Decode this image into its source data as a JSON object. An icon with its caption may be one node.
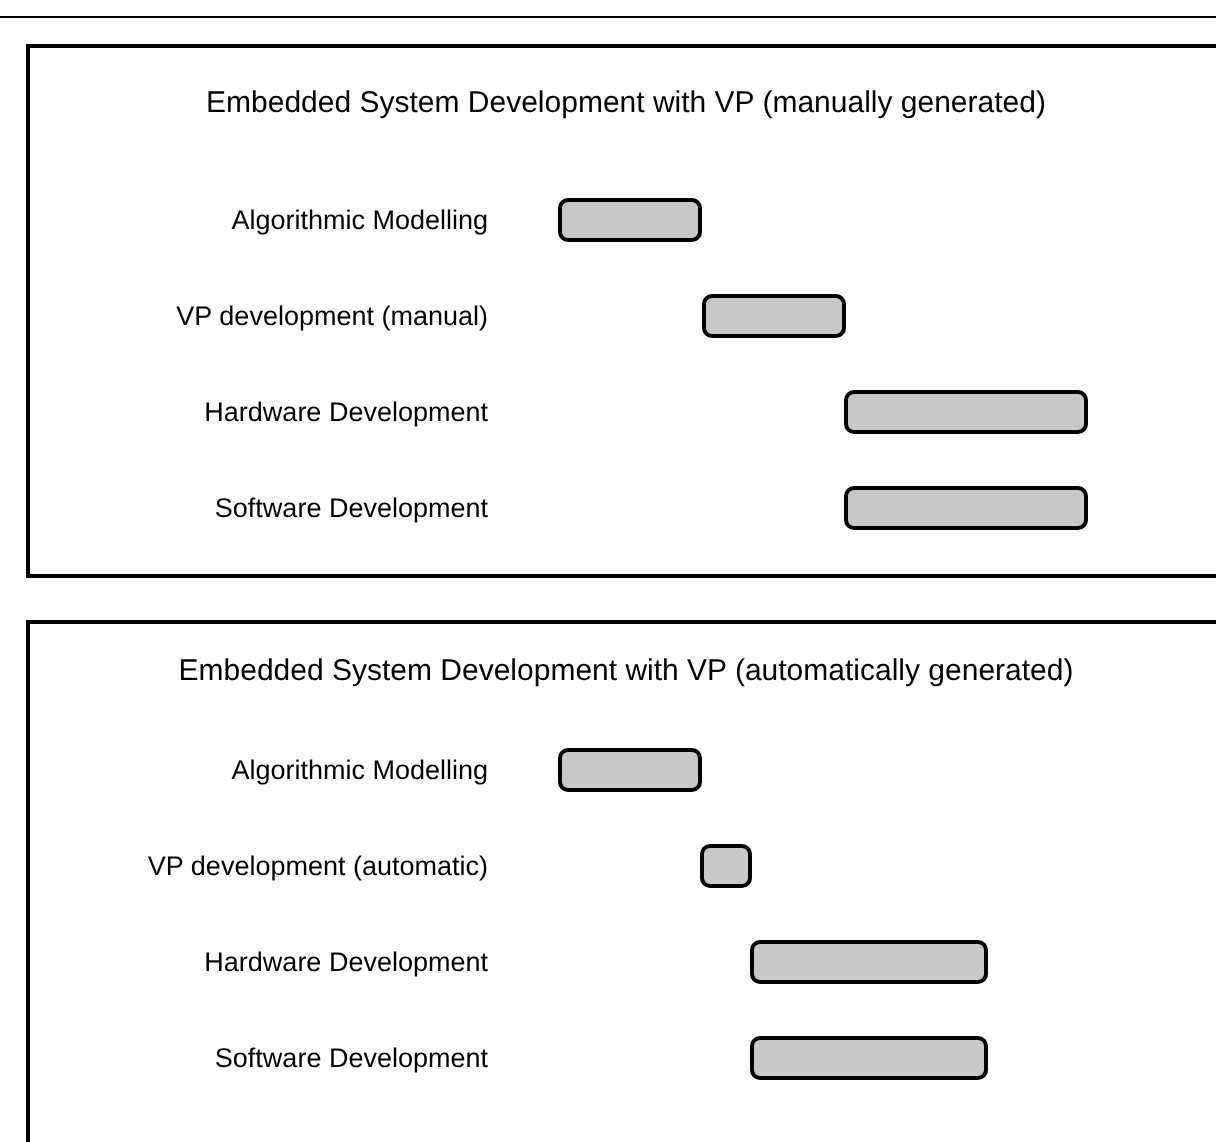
{
  "diagram": {
    "nodes": [
      {
        "text": [
          "Embedded System Development with VP (manually generated)"
        ]
      },
      {
        "text": [],
        "shape": "bar",
        "in": 0
      },
      {
        "text": [],
        "shape": "bar",
        "in": 0
      },
      {
        "text": [],
        "shape": "bar",
        "in": 0
      },
      {
        "text": [],
        "shape": "bar",
        "in": 0
      },
      {
        "text": [
          "Embedded System Development with VP (automatically generated)"
        ]
      },
      {
        "text": [],
        "shape": "bar",
        "in": 5
      },
      {
        "text": [],
        "shape": "bar",
        "in": 5
      },
      {
        "text": [],
        "shape": "bar",
        "in": 5
      },
      {
        "text": [],
        "shape": "bar",
        "in": 5
      }
    ],
    "labels": [
      "Algorithmic Modelling",
      "VP development (manual)",
      "Hardware Development",
      "Software Development",
      "Algorithmic Modelling",
      "VP development (automatic)",
      "Hardware Development",
      "Software Development"
    ]
  }
}
